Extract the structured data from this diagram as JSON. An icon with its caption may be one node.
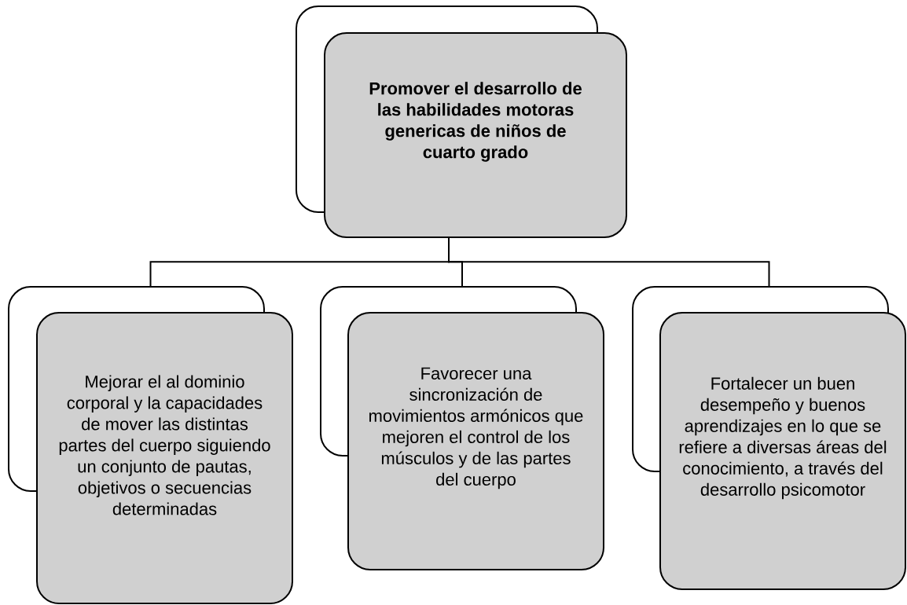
{
  "diagram": {
    "nodes": [
      {
        "text": [
          "Promover el desarrollo de las habilidades motoras genericas  de niños de cuarto grado"
        ]
      },
      {
        "text": [
          "Mejorar el al dominio corporal y la capacidades de mover las distintas partes del cuerpo siguiendo un conjunto de pautas, objetivos o secuencias determinadas"
        ]
      },
      {
        "text": [
          "Favorecer una sincronización de movimientos armónicos que mejoren el control de los músculos y de las partes del cuerpo"
        ]
      },
      {
        "text": [
          "Fortalecer un buen desempeño y buenos aprendizajes en lo que se refiere a diversas áreas del conocimiento, a través del desarrollo psicomotor"
        ]
      }
    ],
    "edges": [
      {
        "from": 0,
        "to": 1,
        "arrow": "none"
      },
      {
        "from": 0,
        "to": 2,
        "arrow": "none"
      },
      {
        "from": 0,
        "to": 3,
        "arrow": "none"
      }
    ]
  }
}
